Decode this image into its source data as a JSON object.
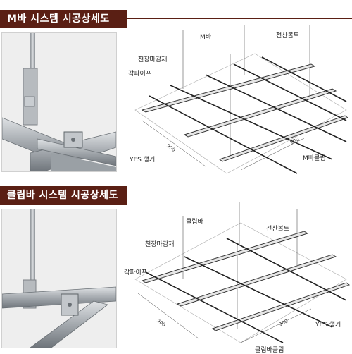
{
  "sections": [
    {
      "title": "M바 시스템 시공상세도",
      "labels": {
        "mbar": "M바",
        "anchor_bolt": "전산볼트",
        "ceiling_finish": "천장마감재",
        "square_pipe": "각파이프",
        "yes_hanger": "YES 행거",
        "clip": "M바클립"
      },
      "dimensions": {
        "left": "900",
        "right": "900"
      }
    },
    {
      "title": "클립바 시스템 시공상세도",
      "labels": {
        "clipbar": "클립바",
        "anchor_bolt": "전산볼트",
        "ceiling_finish": "천장마감재",
        "square_pipe": "각파이프",
        "yes_hanger": "YES 행거",
        "clip": "클립바클립"
      },
      "dimensions": {
        "left": "900",
        "right": "900"
      }
    }
  ],
  "colors": {
    "title_bg": "#5a1f14",
    "metal": "#a9adb1",
    "photo_bg": "#efefef"
  }
}
